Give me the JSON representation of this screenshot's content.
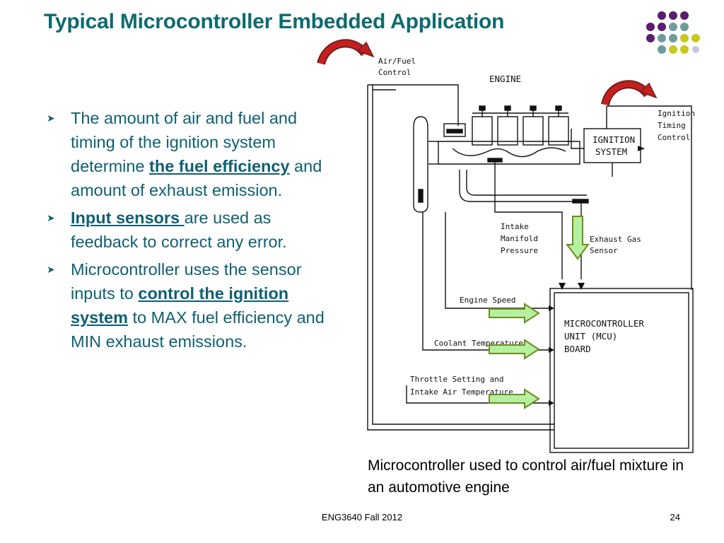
{
  "slide": {
    "title": "Typical Microcontroller Embedded Application",
    "bullets": [
      {
        "pre": "The amount of air and fuel and timing of the ignition system determine ",
        "em": "the fuel efficiency",
        "post": " and amount of exhaust emission."
      },
      {
        "pre": "",
        "em": "Input sensors ",
        "post": "are used as feedback to correct any error."
      },
      {
        "pre": "Microcontroller uses the sensor inputs to ",
        "em": "control the ignition system",
        "post": " to MAX fuel efficiency and MIN exhaust emissions."
      }
    ],
    "caption": "Microcontroller used to control air/fuel mixture in an automotive engine",
    "footer": "ENG3640 Fall 2012",
    "page_number": "24"
  },
  "diagram": {
    "air_fuel_line1": "Air/Fuel",
    "air_fuel_line2": "Control",
    "engine": "ENGINE",
    "ignition_timing_line1": "Ignition",
    "ignition_timing_line2": "Timing",
    "ignition_timing_line3": "Control",
    "ignition_system_line1": "IGNITION",
    "ignition_system_line2": "SYSTEM",
    "intake_line1": "Intake",
    "intake_line2": "Manifold",
    "intake_line3": "Pressure",
    "exhaust_line1": "Exhaust Gas",
    "exhaust_line2": "Sensor",
    "engine_speed": "Engine Speed",
    "coolant": "Coolant Temperature",
    "throttle_line1": "Throttle Setting and",
    "throttle_line2": "Intake Air Temperature",
    "mcu_line1": "MICROCONTROLLER",
    "mcu_line2": "UNIT  (MCU)",
    "mcu_line3": "BOARD"
  },
  "colors": {
    "title": "#0d6b6e",
    "body_text": "#0f5f72",
    "dot_purple": "#5a1e6e",
    "dot_teal": "#6e9c9c",
    "dot_yellow": "#c8c81e",
    "dot_lavender": "#c8c3e6",
    "arrow_red": "#c81e1e",
    "arrow_green": "#b4f0a0"
  }
}
